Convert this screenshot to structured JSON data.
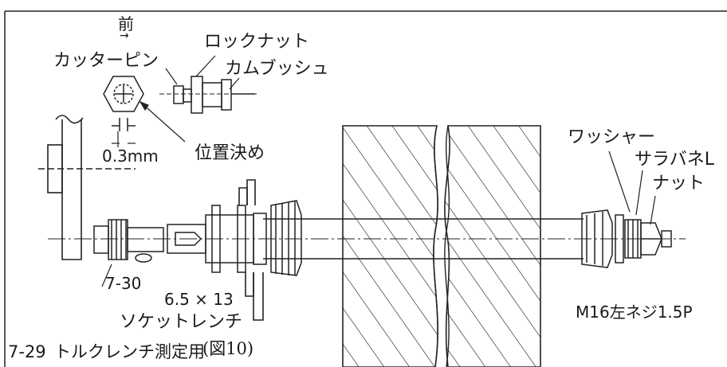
{
  "labels": {
    "front": "前",
    "front_arrow": "→",
    "cotter_pin": "カッターピン",
    "lock_nut": "ロックナット",
    "cam_bushing": "カムブッシュ",
    "positioning": "位置決め",
    "clearance": "0.3mm",
    "washer": "ワッシャー",
    "spring_washer": "サラバネL",
    "nut": "ナット",
    "part_7_30": "7-30",
    "socket_size": "6.5 × 13",
    "socket_wrench": "ソケットレンチ",
    "thread_spec": "M16左ネジ1.5P",
    "caption_part": "7-29",
    "caption_text": "トルクレンチ測定用",
    "figure_no": "(図10)"
  }
}
